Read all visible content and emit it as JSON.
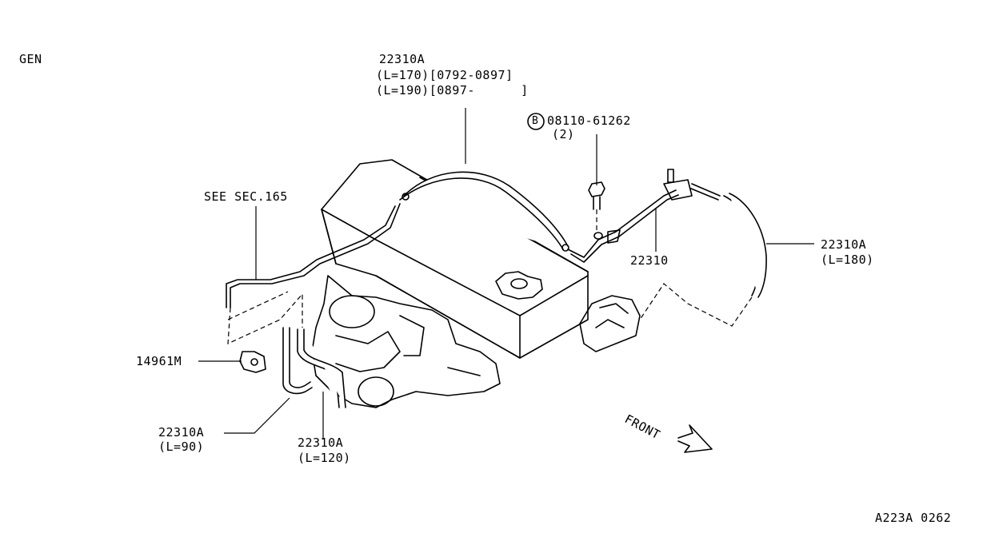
{
  "header": {
    "gen_label": "GEN"
  },
  "callouts": {
    "top_hose": {
      "part": "22310A",
      "line1": "(L=170)[0792-0897]",
      "line2": "(L=190)[0897-      ]"
    },
    "bolt": {
      "badge": "B",
      "part": "08110-61262",
      "qty": "(2)"
    },
    "see_sec": "SEE SEC.165",
    "pipe": "22310",
    "right_hose": {
      "part": "22310A",
      "length": "(L=180)"
    },
    "clip": "14961M",
    "hose_90": {
      "part": "22310A",
      "length": "(L=90)"
    },
    "hose_120": {
      "part": "22310A",
      "length": "(L=120)"
    },
    "front": "FRONT"
  },
  "footer": {
    "code": "A223A 0262"
  }
}
